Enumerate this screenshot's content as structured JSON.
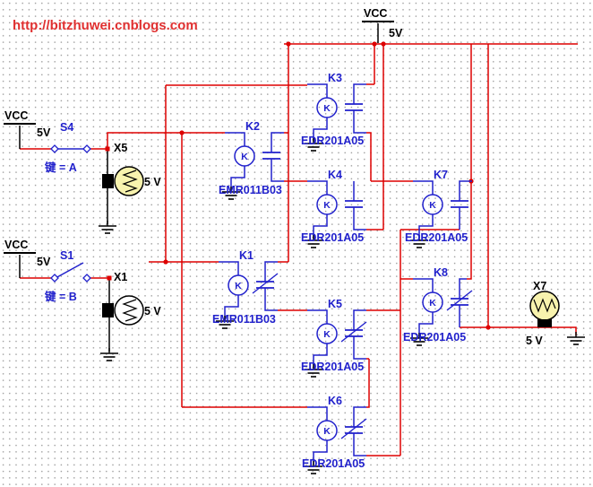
{
  "watermark": "http://bitzhuwei.cnblogs.com",
  "power": {
    "vcc": "VCC",
    "volt": "5V"
  },
  "coil_letter": "K",
  "switches": [
    {
      "id": "S4",
      "key": "键 = A"
    },
    {
      "id": "S1",
      "key": "键 = B"
    }
  ],
  "lamps": [
    {
      "id": "X5",
      "rating": "5 V"
    },
    {
      "id": "X1",
      "rating": "5 V"
    },
    {
      "id": "X7",
      "rating": "5 V"
    }
  ],
  "relays": [
    {
      "id": "K1",
      "part": "EMR011B03"
    },
    {
      "id": "K2",
      "part": "EMR011B03"
    },
    {
      "id": "K3",
      "part": "EDR201A05"
    },
    {
      "id": "K4",
      "part": "EDR201A05"
    },
    {
      "id": "K5",
      "part": "EDR201A05"
    },
    {
      "id": "K6",
      "part": "EDR201A05"
    },
    {
      "id": "K7",
      "part": "EDR201A05"
    },
    {
      "id": "K8",
      "part": "EDR201A05"
    }
  ],
  "colors": {
    "wire_red": "#dd0000",
    "wire_blue": "#2121cc",
    "wire_black": "#000000",
    "lamp_lit": "#f8f3ae",
    "lamp_off": "#ffffff"
  }
}
